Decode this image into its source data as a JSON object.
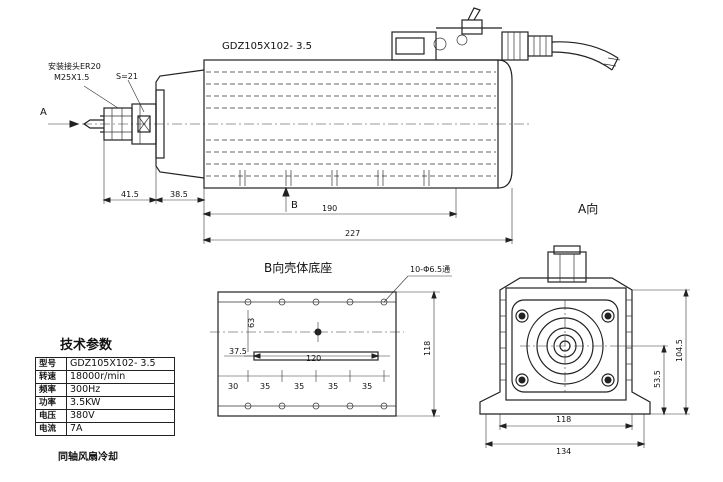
{
  "model_label": "GDZ105X102- 3.5",
  "collet": {
    "line1": "安装接头ER20",
    "line2": "M25X1.5"
  },
  "side_view": {
    "s_label": "S=21",
    "arrow_a": "A",
    "arrow_b": "B",
    "dims": {
      "d41_5": "41.5",
      "d38_5": "38.5",
      "d190": "190",
      "d227": "227"
    }
  },
  "b_view": {
    "title": "B向壳体底座",
    "holes_note": "10-Φ6.5通",
    "dims": {
      "d37_5": "37.5",
      "d120": "120",
      "d63": "63",
      "d30": "30",
      "d35": "35",
      "d118": "118"
    }
  },
  "a_view": {
    "title": "A向",
    "dims": {
      "d118": "118",
      "d134": "134",
      "d104_5": "104.5",
      "d53_5": "53.5"
    }
  },
  "specs": {
    "title": "技术参数",
    "rows": [
      {
        "key": "型号",
        "value": "GDZ105X102- 3.5"
      },
      {
        "key": "转速",
        "value": "18000r/min"
      },
      {
        "key": "频率",
        "value": "300Hz"
      },
      {
        "key": "功率",
        "value": "3.5KW"
      },
      {
        "key": "电压",
        "value": "380V"
      },
      {
        "key": "电流",
        "value": "7A"
      }
    ],
    "footer": "同轴风扇冷却"
  }
}
